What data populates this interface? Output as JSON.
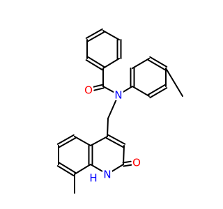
{
  "molecule": {
    "atoms": [
      {
        "id": "c1",
        "el": "C",
        "label": ""
      },
      {
        "id": "c2",
        "el": "C",
        "label": ""
      },
      {
        "id": "c3",
        "el": "C",
        "label": ""
      },
      {
        "id": "c4",
        "el": "C",
        "label": ""
      },
      {
        "id": "c5",
        "el": "C",
        "label": ""
      },
      {
        "id": "c6",
        "el": "C",
        "label": ""
      },
      {
        "id": "c7",
        "el": "C",
        "label": ""
      },
      {
        "id": "o1",
        "el": "O",
        "label": "O"
      },
      {
        "id": "n1",
        "el": "N",
        "label": "N"
      },
      {
        "id": "c8",
        "el": "C",
        "label": ""
      },
      {
        "id": "c9",
        "el": "C",
        "label": ""
      },
      {
        "id": "c10",
        "el": "C",
        "label": ""
      },
      {
        "id": "c11",
        "el": "C",
        "label": ""
      },
      {
        "id": "c12",
        "el": "C",
        "label": ""
      },
      {
        "id": "c13",
        "el": "C",
        "label": ""
      },
      {
        "id": "c14",
        "el": "C",
        "label": ""
      },
      {
        "id": "c15",
        "el": "C",
        "label": ""
      },
      {
        "id": "c16",
        "el": "C",
        "label": ""
      },
      {
        "id": "c17",
        "el": "C",
        "label": ""
      },
      {
        "id": "c18",
        "el": "C",
        "label": ""
      },
      {
        "id": "o2",
        "el": "O",
        "label": "O"
      },
      {
        "id": "n2",
        "el": "N",
        "label": "N"
      },
      {
        "id": "h1",
        "el": "H",
        "label": "H"
      },
      {
        "id": "c19",
        "el": "C",
        "label": ""
      },
      {
        "id": "c20",
        "el": "C",
        "label": ""
      },
      {
        "id": "c21",
        "el": "C",
        "label": ""
      },
      {
        "id": "c22",
        "el": "C",
        "label": ""
      },
      {
        "id": "c23",
        "el": "C",
        "label": ""
      },
      {
        "id": "c24",
        "el": "C",
        "label": ""
      },
      {
        "id": "c25",
        "el": "C",
        "label": ""
      }
    ],
    "colors": {
      "C": "#000000",
      "N": "#0000ff",
      "O": "#ff0000",
      "H": "#0000ff",
      "bond": "#000000"
    }
  }
}
